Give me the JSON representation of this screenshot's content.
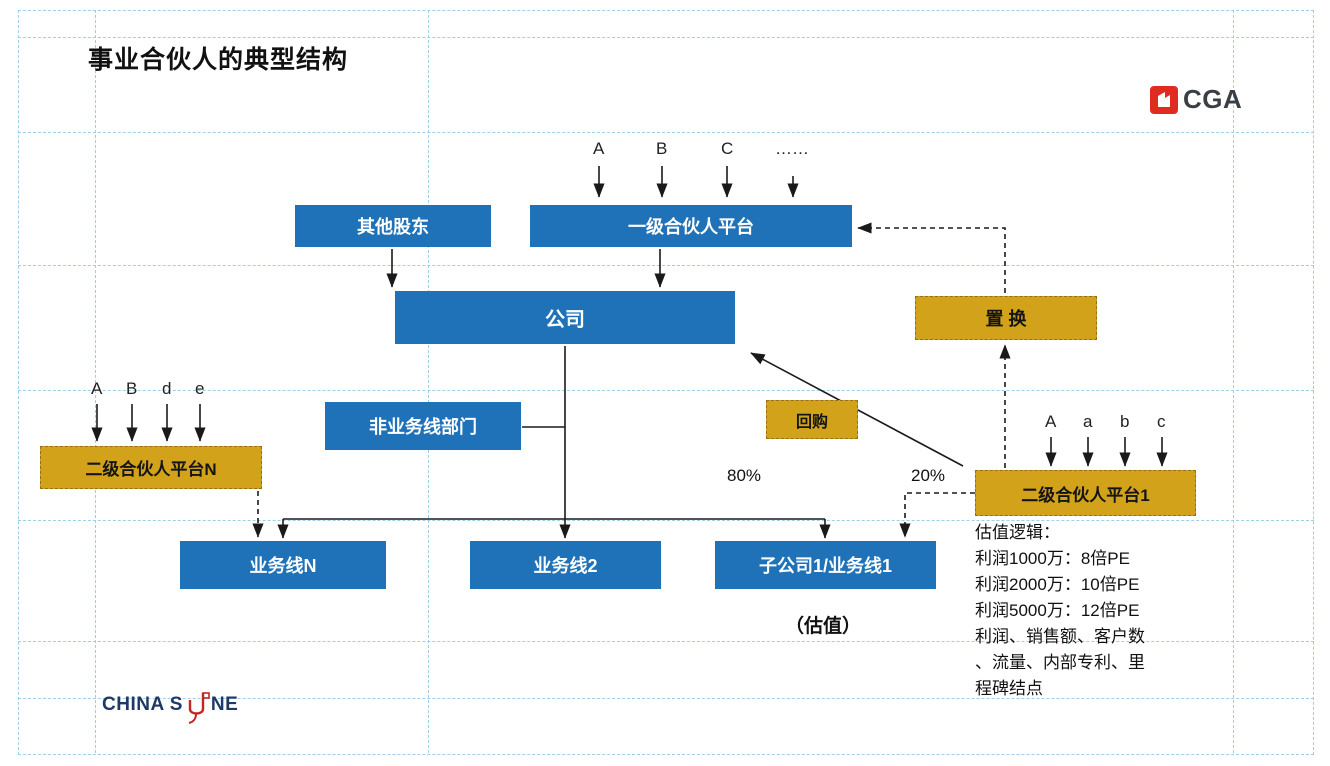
{
  "title": "事业合伙人的典型结构",
  "logos": {
    "cga": "CGA",
    "china_stone_left": "CHINA S",
    "china_stone_right": "NE"
  },
  "colors": {
    "box_blue": "#1f72b8",
    "box_gold": "#d2a21a",
    "guide_blue": "#9ecfe8",
    "arrow": "#1a1a1a",
    "cga_red": "#e02b20",
    "stone_navy": "#1f3864"
  },
  "investor_groups": {
    "top": [
      "A",
      "B",
      "C",
      "……"
    ],
    "left": [
      "A",
      "B",
      "d",
      "e"
    ],
    "right": [
      "A",
      "a",
      "b",
      "c"
    ]
  },
  "nodes": {
    "other_shareholders": "其他股东",
    "level1_platform": "一级合伙人平台",
    "company": "公司",
    "non_business_dept": "非业务线部门",
    "swap": "置 换",
    "buyback": "回购",
    "level2_platform_n": "二级合伙人平台N",
    "level2_platform_1": "二级合伙人平台1",
    "business_line_n": "业务线N",
    "business_line_2": "业务线2",
    "subsidiary_1": "子公司1/业务线1"
  },
  "labels": {
    "pct_company": "80%",
    "pct_platform": "20%",
    "valuation_caption": "（估值）"
  },
  "valuation_block": {
    "lines": [
      "估值逻辑：",
      "利润1000万：8倍PE",
      "利润2000万：10倍PE",
      "利润5000万：12倍PE",
      "利润、销售额、客户数",
      "、流量、内部专利、里",
      "程碑结点"
    ]
  }
}
